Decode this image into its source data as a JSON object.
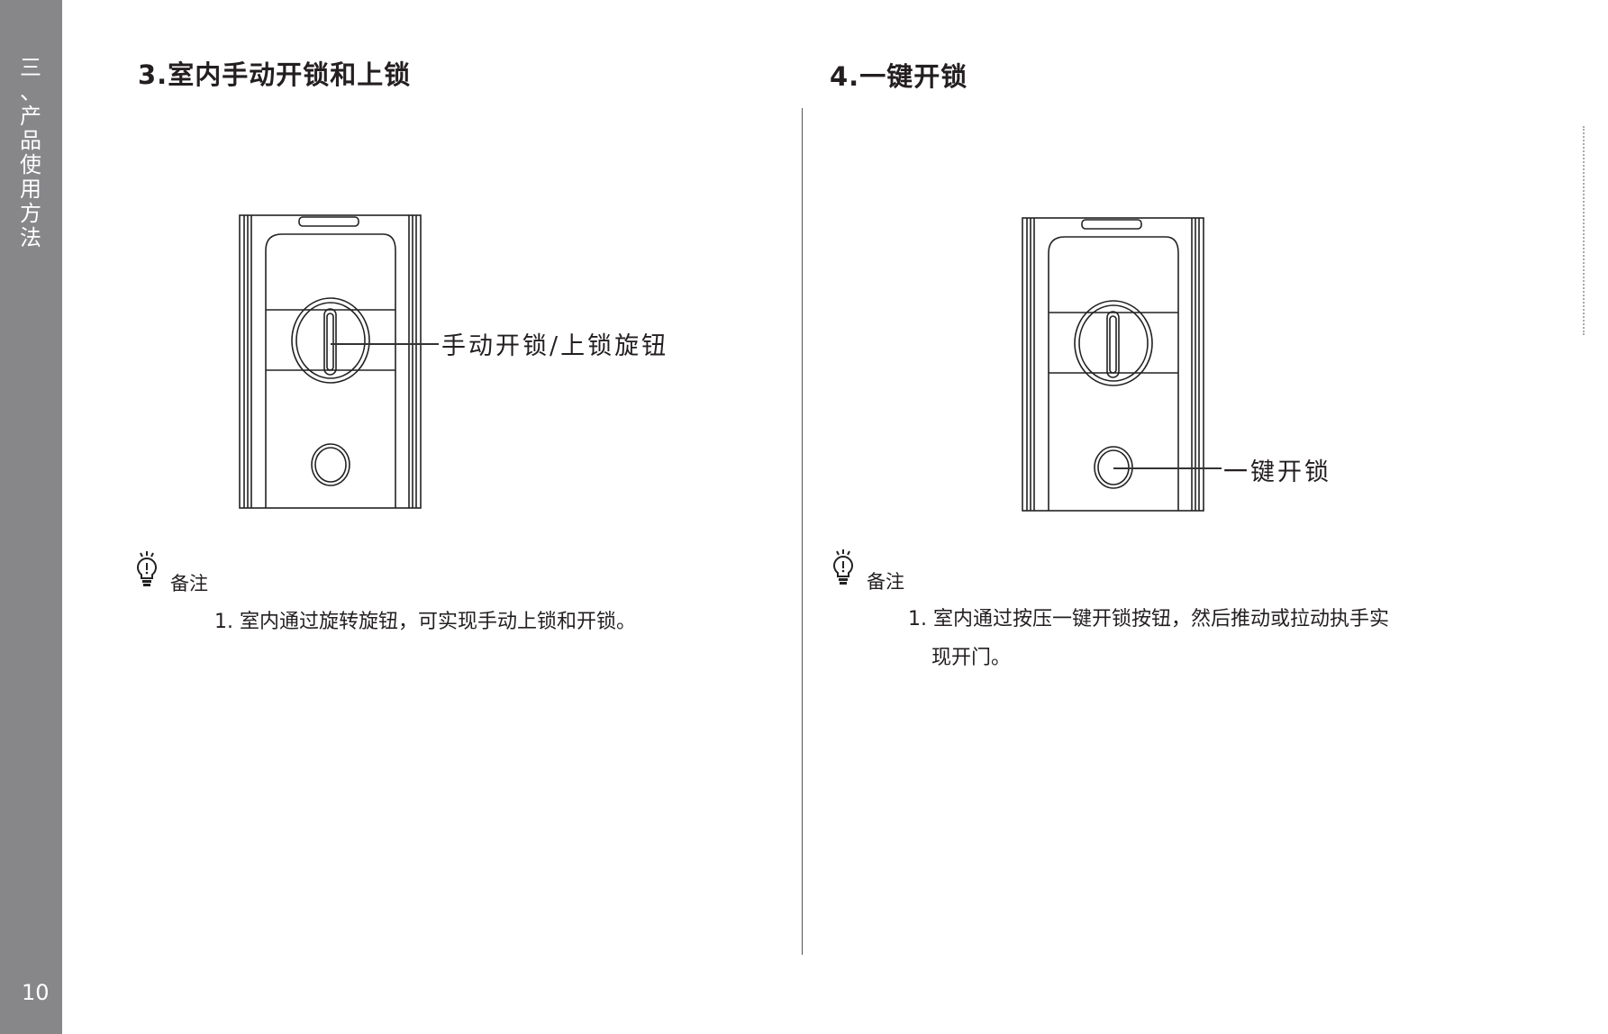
{
  "sidebar": {
    "chapter": [
      "三",
      "、",
      "产",
      "品",
      "使",
      "用",
      "方",
      "法"
    ],
    "page_number": "10"
  },
  "left": {
    "title": "3.室内手动开锁和上锁",
    "callout": "手动开锁/上锁旋钮",
    "note_label": "备注",
    "note_lines": [
      "1. 室内通过旋转旋钮，可实现手动上锁和开锁。"
    ]
  },
  "right": {
    "title": "4.一键开锁",
    "callout": "一键开锁",
    "note_label": "备注",
    "note_lines": [
      "1. 室内通过按压一键开锁按钮，然后推动或拉动执手实",
      "现开门。"
    ]
  },
  "colors": {
    "sidebar": "#87878a",
    "text": "#231f20"
  }
}
